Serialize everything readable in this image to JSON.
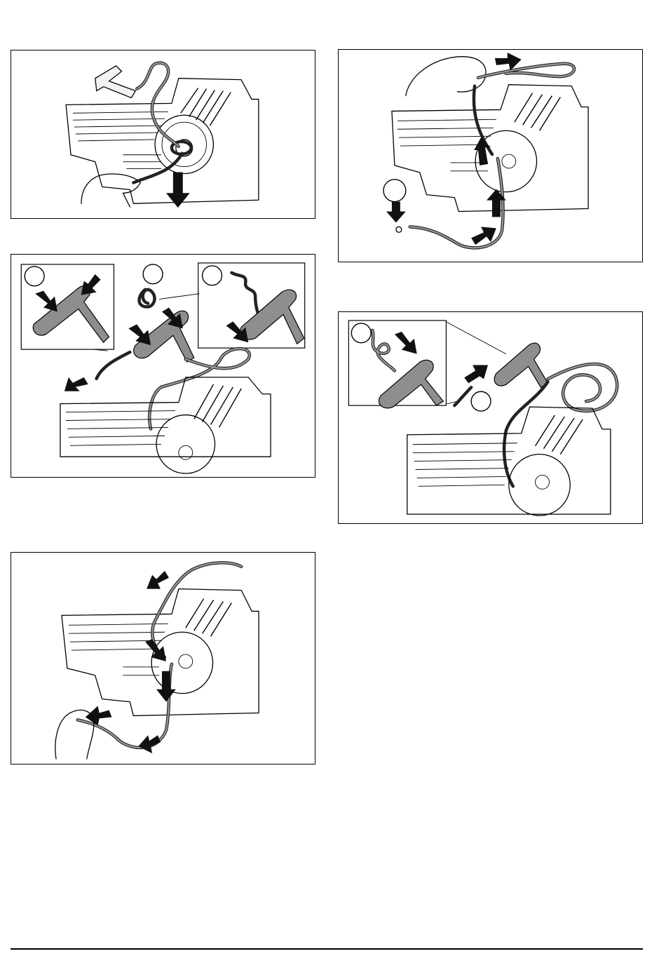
{
  "figures": [
    {
      "id": "remove-old-cord"
    },
    {
      "id": "fit-handle-knot"
    },
    {
      "id": "thread-cord-through-pulley"
    },
    {
      "id": "pull-cord-through-housing"
    },
    {
      "id": "tie-knot-in-handle"
    }
  ],
  "colors": {
    "border": "#000000",
    "cord": "#222222",
    "handle": "#8e8e8e",
    "background": "#ffffff"
  }
}
